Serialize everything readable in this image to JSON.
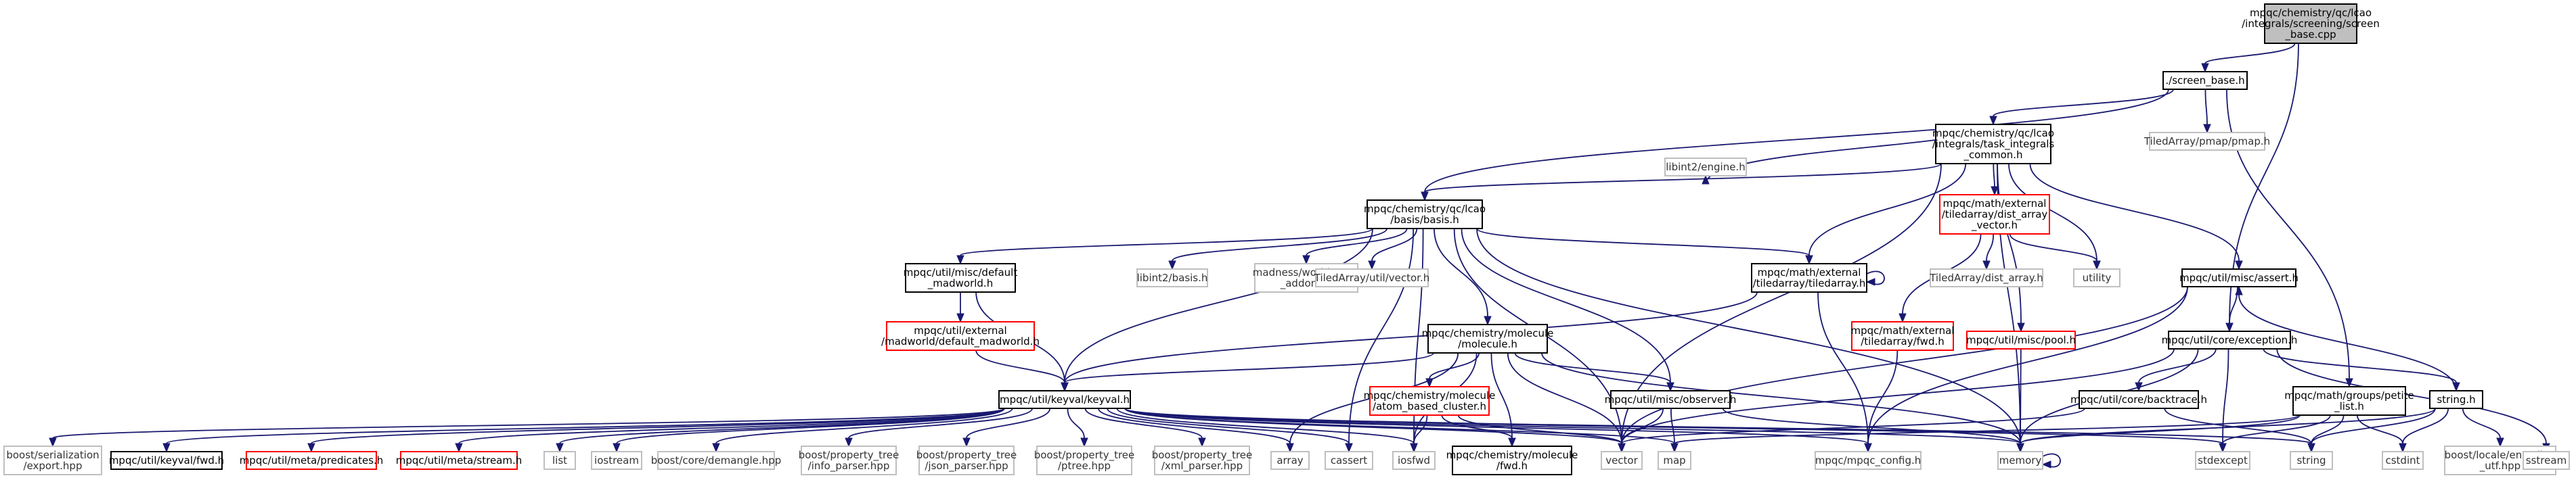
{
  "colors": {
    "edge": "#191970",
    "root_fill": "#bfbfbf",
    "normal_border": "#000000",
    "red_border": "#ff0000",
    "gray_border": "#bfbfbf"
  },
  "nodes": {
    "root": {
      "lines": [
        "mpqc/chemistry/qc/lcao",
        "/integrals/screening/screen",
        "_base.cpp"
      ],
      "style": "root"
    },
    "screen_base": {
      "lines": [
        "./screen_base.h"
      ],
      "style": "normal"
    },
    "task_common": {
      "lines": [
        "mpqc/chemistry/qc/lcao",
        "/integrals/task_integrals",
        "_common.h"
      ],
      "style": "normal"
    },
    "pmap": {
      "lines": [
        "TiledArray/pmap/pmap.h"
      ],
      "style": "gray"
    },
    "basis": {
      "lines": [
        "mpqc/chemistry/qc/lcao",
        "/basis/basis.h"
      ],
      "style": "normal"
    },
    "libint_engine": {
      "lines": [
        "libint2/engine.h"
      ],
      "style": "gray"
    },
    "dist_array": {
      "lines": [
        "mpqc/math/external",
        "/tiledarray/dist_array",
        "_vector.h"
      ],
      "style": "red"
    },
    "default_madworld": {
      "lines": [
        "mpqc/util/misc/default",
        "_madworld.h"
      ],
      "style": "normal"
    },
    "libint_basis": {
      "lines": [
        "libint2/basis.h"
      ],
      "style": "gray"
    },
    "madness_array": {
      "lines": [
        "madness/world/array",
        "_addons.h"
      ],
      "style": "gray"
    },
    "ta_vector": {
      "lines": [
        "TiledArray/util/vector.h"
      ],
      "style": "gray"
    },
    "tiledarray": {
      "lines": [
        "mpqc/math/external",
        "/tiledarray/tiledarray.h"
      ],
      "style": "normal"
    },
    "ta_dist_array": {
      "lines": [
        "TiledArray/dist_array.h"
      ],
      "style": "gray"
    },
    "utility": {
      "lines": [
        "utility"
      ],
      "style": "gray"
    },
    "assert": {
      "lines": [
        "mpqc/util/misc/assert.h"
      ],
      "style": "normal"
    },
    "ext_default_madworld": {
      "lines": [
        "mpqc/util/external",
        "/madworld/default_madworld.h"
      ],
      "style": "red"
    },
    "molecule": {
      "lines": [
        "mpqc/chemistry/molecule",
        "/molecule.h"
      ],
      "style": "normal"
    },
    "tiledarray_fwd": {
      "lines": [
        "mpqc/math/external",
        "/tiledarray/fwd.h"
      ],
      "style": "red"
    },
    "pool": {
      "lines": [
        "mpqc/util/misc/pool.h"
      ],
      "style": "red"
    },
    "exception": {
      "lines": [
        "mpqc/util/core/exception.h"
      ],
      "style": "normal"
    },
    "petite_list": {
      "lines": [
        "mpqc/math/groups/petite",
        "_list.h"
      ],
      "style": "normal"
    },
    "keyval": {
      "lines": [
        "mpqc/util/keyval/keyval.h"
      ],
      "style": "normal"
    },
    "atom_cluster": {
      "lines": [
        "mpqc/chemistry/molecule",
        "/atom_based_cluster.h"
      ],
      "style": "red"
    },
    "observer": {
      "lines": [
        "mpqc/util/misc/observer.h"
      ],
      "style": "normal"
    },
    "backtrace": {
      "lines": [
        "mpqc/util/core/backtrace.h"
      ],
      "style": "normal"
    },
    "string_h": {
      "lines": [
        "string.h"
      ],
      "style": "normal"
    },
    "export_hpp": {
      "lines": [
        "boost/serialization",
        "/export.hpp"
      ],
      "style": "gray"
    },
    "keyval_fwd": {
      "lines": [
        "mpqc/util/keyval/fwd.h"
      ],
      "style": "normal"
    },
    "predicates": {
      "lines": [
        "mpqc/util/meta/predicates.h"
      ],
      "style": "red"
    },
    "stream": {
      "lines": [
        "mpqc/util/meta/stream.h"
      ],
      "style": "red"
    },
    "list": {
      "lines": [
        "list"
      ],
      "style": "gray"
    },
    "iostream": {
      "lines": [
        "iostream"
      ],
      "style": "gray"
    },
    "demangle": {
      "lines": [
        "boost/core/demangle.hpp"
      ],
      "style": "gray"
    },
    "info_parser": {
      "lines": [
        "boost/property_tree",
        "/info_parser.hpp"
      ],
      "style": "gray"
    },
    "json_parser": {
      "lines": [
        "boost/property_tree",
        "/json_parser.hpp"
      ],
      "style": "gray"
    },
    "ptree": {
      "lines": [
        "boost/property_tree",
        "/ptree.hpp"
      ],
      "style": "gray"
    },
    "xml_parser": {
      "lines": [
        "boost/property_tree",
        "/xml_parser.hpp"
      ],
      "style": "gray"
    },
    "array": {
      "lines": [
        "array"
      ],
      "style": "gray"
    },
    "cassert": {
      "lines": [
        "cassert"
      ],
      "style": "gray"
    },
    "iosfwd": {
      "lines": [
        "iosfwd"
      ],
      "style": "gray"
    },
    "molecule_fwd": {
      "lines": [
        "mpqc/chemistry/molecule",
        "/fwd.h"
      ],
      "style": "normal"
    },
    "vector": {
      "lines": [
        "vector"
      ],
      "style": "gray"
    },
    "map": {
      "lines": [
        "map"
      ],
      "style": "gray"
    },
    "mpqc_config": {
      "lines": [
        "mpqc/mpqc_config.h"
      ],
      "style": "gray"
    },
    "memory": {
      "lines": [
        "memory"
      ],
      "style": "gray"
    },
    "stdexcept": {
      "lines": [
        "stdexcept"
      ],
      "style": "gray"
    },
    "string": {
      "lines": [
        "string"
      ],
      "style": "gray"
    },
    "cstdint": {
      "lines": [
        "cstdint"
      ],
      "style": "gray"
    },
    "encoding": {
      "lines": [
        "boost/locale/encoding",
        "_utf.hpp"
      ],
      "style": "gray"
    },
    "sstream": {
      "lines": [
        "sstream"
      ],
      "style": "gray"
    }
  },
  "edges": [
    [
      "root",
      "screen_base"
    ],
    [
      "root",
      "exception"
    ],
    [
      "screen_base",
      "task_common"
    ],
    [
      "screen_base",
      "pmap"
    ],
    [
      "screen_base",
      "basis"
    ],
    [
      "screen_base",
      "petite_list"
    ],
    [
      "task_common",
      "basis"
    ],
    [
      "task_common",
      "libint_engine"
    ],
    [
      "task_common",
      "dist_array"
    ],
    [
      "task_common",
      "tiledarray"
    ],
    [
      "task_common",
      "utility"
    ],
    [
      "task_common",
      "assert"
    ],
    [
      "task_common",
      "pool"
    ],
    [
      "task_common",
      "memory"
    ],
    [
      "task_common",
      "vector"
    ],
    [
      "basis",
      "default_madworld"
    ],
    [
      "basis",
      "libint_basis"
    ],
    [
      "basis",
      "madness_array"
    ],
    [
      "basis",
      "ta_vector"
    ],
    [
      "basis",
      "tiledarray"
    ],
    [
      "basis",
      "molecule"
    ],
    [
      "basis",
      "keyval"
    ],
    [
      "basis",
      "observer"
    ],
    [
      "basis",
      "vector"
    ],
    [
      "basis",
      "cassert"
    ],
    [
      "basis",
      "iosfwd"
    ],
    [
      "basis",
      "memory"
    ],
    [
      "dist_array",
      "ta_dist_array"
    ],
    [
      "dist_array",
      "tiledarray_fwd"
    ],
    [
      "dist_array",
      "utility"
    ],
    [
      "default_madworld",
      "ext_default_madworld"
    ],
    [
      "default_madworld",
      "keyval"
    ],
    [
      "ext_default_madworld",
      "keyval"
    ],
    [
      "tiledarray",
      "tiledarray"
    ],
    [
      "tiledarray",
      "keyval"
    ],
    [
      "tiledarray",
      "mpqc_config"
    ],
    [
      "tiledarray_fwd",
      "mpqc_config"
    ],
    [
      "assert",
      "exception"
    ],
    [
      "assert",
      "mpqc_config"
    ],
    [
      "assert",
      "vector"
    ],
    [
      "pool",
      "memory"
    ],
    [
      "molecule",
      "keyval"
    ],
    [
      "molecule",
      "atom_cluster"
    ],
    [
      "molecule",
      "observer"
    ],
    [
      "molecule",
      "molecule_fwd"
    ],
    [
      "molecule",
      "vector"
    ],
    [
      "molecule",
      "array"
    ],
    [
      "molecule",
      "iosfwd"
    ],
    [
      "molecule",
      "memory"
    ],
    [
      "atom_cluster",
      "molecule_fwd"
    ],
    [
      "atom_cluster",
      "iosfwd"
    ],
    [
      "atom_cluster",
      "vector"
    ],
    [
      "observer",
      "vector"
    ],
    [
      "observer",
      "map"
    ],
    [
      "observer",
      "memory"
    ],
    [
      "exception",
      "backtrace"
    ],
    [
      "exception",
      "string_h"
    ],
    [
      "exception",
      "stdexcept"
    ],
    [
      "exception",
      "sstream"
    ],
    [
      "exception",
      "vector"
    ],
    [
      "exception",
      "memory"
    ],
    [
      "backtrace",
      "vector"
    ],
    [
      "backtrace",
      "string"
    ],
    [
      "string_h",
      "assert"
    ],
    [
      "string_h",
      "string"
    ],
    [
      "string_h",
      "cstdint"
    ],
    [
      "string_h",
      "encoding"
    ],
    [
      "string_h",
      "memory"
    ],
    [
      "petite_list",
      "map"
    ],
    [
      "petite_list",
      "string"
    ],
    [
      "petite_list",
      "cstdint"
    ],
    [
      "petite_list",
      "stdexcept"
    ],
    [
      "petite_list",
      "memory"
    ],
    [
      "keyval",
      "export_hpp"
    ],
    [
      "keyval",
      "keyval_fwd"
    ],
    [
      "keyval",
      "predicates"
    ],
    [
      "keyval",
      "stream"
    ],
    [
      "keyval",
      "list"
    ],
    [
      "keyval",
      "iostream"
    ],
    [
      "keyval",
      "demangle"
    ],
    [
      "keyval",
      "info_parser"
    ],
    [
      "keyval",
      "json_parser"
    ],
    [
      "keyval",
      "ptree"
    ],
    [
      "keyval",
      "xml_parser"
    ],
    [
      "keyval",
      "array"
    ],
    [
      "keyval",
      "cassert"
    ],
    [
      "keyval",
      "iosfwd"
    ],
    [
      "keyval",
      "vector"
    ],
    [
      "keyval",
      "map"
    ],
    [
      "keyval",
      "mpqc_config"
    ],
    [
      "keyval",
      "memory"
    ],
    [
      "keyval",
      "stdexcept"
    ],
    [
      "keyval",
      "string"
    ],
    [
      "memory",
      "memory"
    ]
  ]
}
